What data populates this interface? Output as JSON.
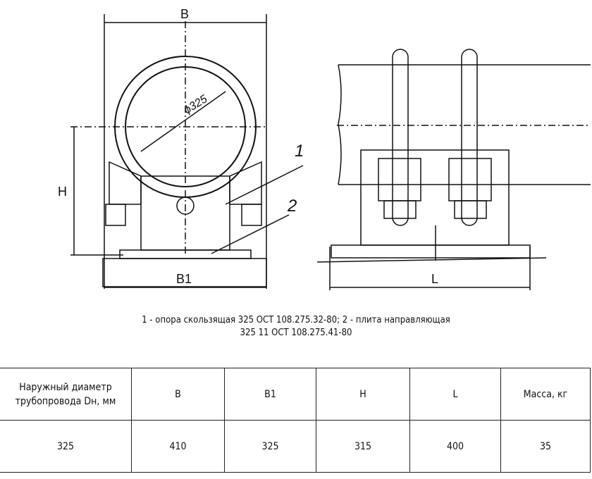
{
  "drawing": {
    "labels": {
      "B": "B",
      "H": "H",
      "B1": "B1",
      "L": "L",
      "part1": "1",
      "part2": "2",
      "diameter": "ϕ325"
    }
  },
  "caption": {
    "line1": "1 - опора скользящая 325 ОСТ 108.275.32-80; 2 - плита направляющая",
    "line2": "325 11 ОСТ 108.275.41-80"
  },
  "table": {
    "headers": [
      "Наружный диаметр трубопровода Dн, мм",
      "B",
      "B1",
      "H",
      "L",
      "Масса, кг"
    ],
    "rows": [
      [
        "325",
        "410",
        "325",
        "315",
        "400",
        "35"
      ]
    ]
  }
}
